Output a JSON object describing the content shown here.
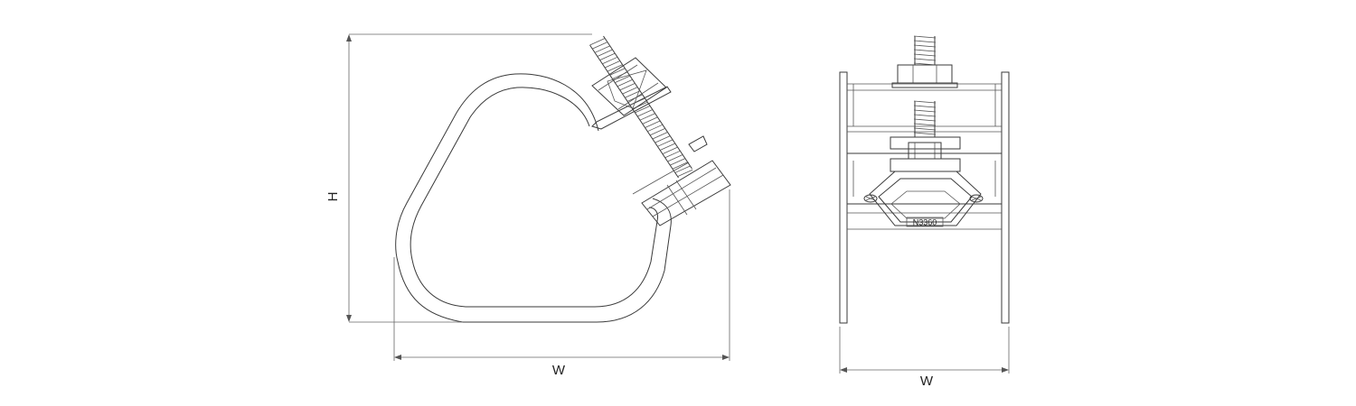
{
  "side_view": {
    "height_label": "H",
    "width_label": "W"
  },
  "front_view": {
    "width_label": "W",
    "part_marking": "N3360"
  }
}
